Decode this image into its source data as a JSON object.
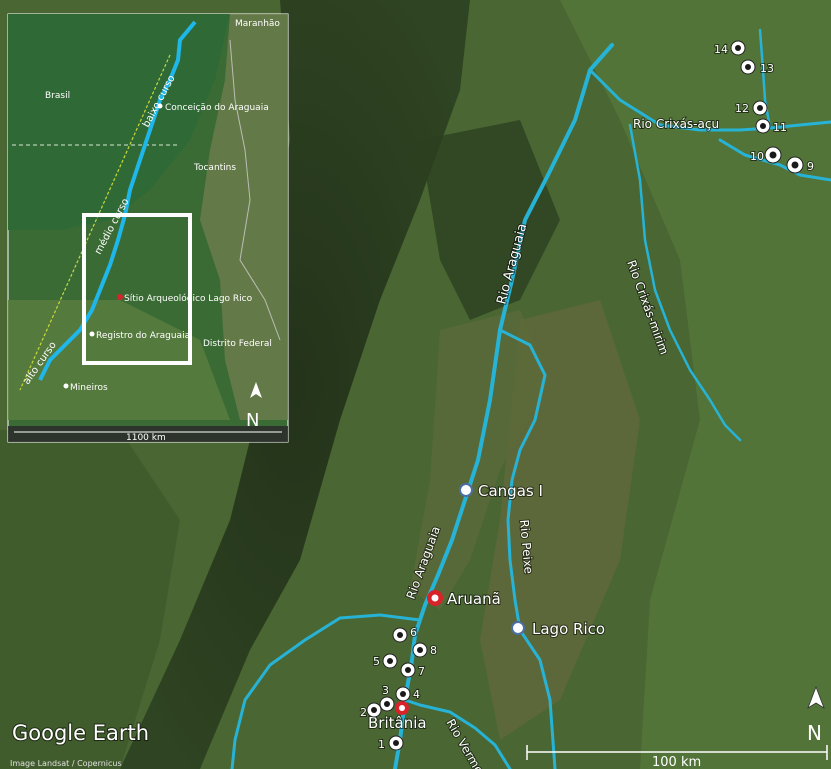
{
  "map": {
    "labels": {
      "rio_araguaia_main": "Rio Araguaia",
      "rio_araguaia_south": "Rio Araguaia",
      "rio_crixas_acu": "Rio Crixás-açu",
      "rio_crixas_mirim": "Rio Crixás-mirim",
      "rio_peixe": "Rio Peixe",
      "rio_vermelho": "Rio Vermelho"
    },
    "places": {
      "cangas": "Cangas I",
      "aruana": "Aruanã",
      "lago_rico": "Lago Rico",
      "britania": "Britânia"
    },
    "sites": [
      "1",
      "2",
      "3",
      "4",
      "5",
      "6",
      "7",
      "8",
      "9",
      "10",
      "11",
      "12",
      "13",
      "14"
    ],
    "scale_text": "100 km",
    "north": "N",
    "brand": "Google Earth",
    "credit": "Image Landsat / Copernicus",
    "colors": {
      "river": "#27b3d6",
      "site_red": "#d9232a",
      "inset_river": "#1fb7ea",
      "frame": "#ffffff"
    }
  },
  "inset": {
    "labels": {
      "maranhao": "Maranhão",
      "brasil": "Brasil",
      "conceicao": "Conceição do Araguaia",
      "tocantins": "Tocantins",
      "baixo_curso": "baixo curso",
      "medio_curso": "médio curso",
      "alto_curso": "alto curso",
      "sitio": "Sítio Arqueológico Lago Rico",
      "registro": "Registro do Araguaia",
      "distrito": "Distrito Federal",
      "mineiros": "Mineiros"
    },
    "scale_text": "1100 km",
    "north": "N"
  }
}
